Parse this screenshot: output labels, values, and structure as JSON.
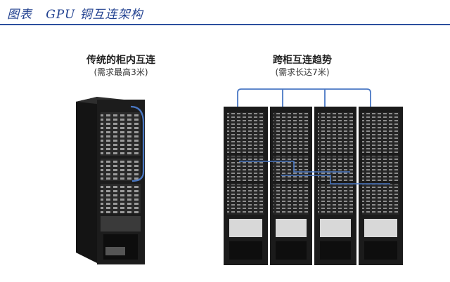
{
  "figure": {
    "label": "图表",
    "title": "GPU 铜互连架构"
  },
  "left_panel": {
    "title": "传统的柜内互连",
    "note": "(需求最高3米)"
  },
  "right_panel": {
    "title": "跨柜互连趋势",
    "note": "(需求长达7米)"
  },
  "colors": {
    "accent": "#2c4f9e",
    "cable": "#4a78c4",
    "rack": "#1b1b1b"
  }
}
